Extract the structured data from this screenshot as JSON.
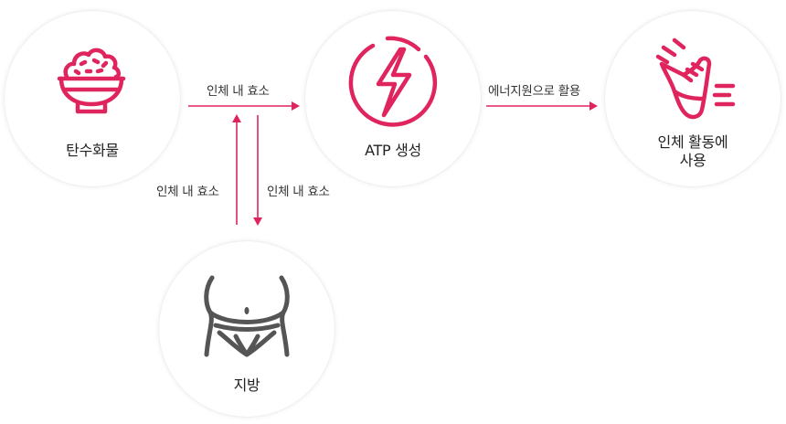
{
  "colors": {
    "accent": "#e0245e",
    "icon_gray": "#555555",
    "text": "#222222"
  },
  "nodes": {
    "carbohydrate": {
      "label": "탄수화물",
      "icon": "rice-bowl-icon"
    },
    "atp": {
      "label": "ATP 생성",
      "icon": "lightning-bolt-icon"
    },
    "activity": {
      "label_line1": "인체 활동에",
      "label_line2": "사용",
      "icon": "running-shoe-icon"
    },
    "fat": {
      "label": "지방",
      "icon": "belly-icon"
    }
  },
  "edges": {
    "carb_to_atp": "인체 내 효소",
    "atp_to_activity": "에너지원으로 활용",
    "fat_to_carb": "인체 내 효소",
    "carb_to_fat": "인체 내 효소"
  }
}
